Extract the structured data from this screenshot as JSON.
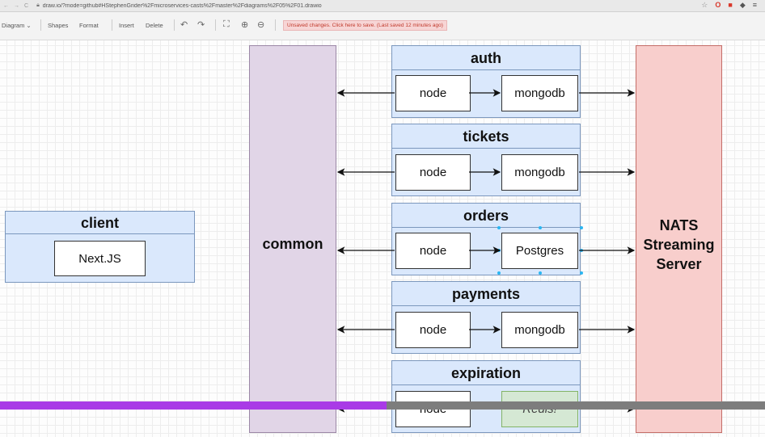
{
  "browser": {
    "url": "draw.io/?mode=github#HStephenGrider%2Fmicroservices-casts%2Fmaster%2Fdiagrams%2F05%2F01.drawio"
  },
  "toolbar": {
    "diagram_menu": "Diagram ⌄",
    "shapes": "Shapes",
    "format": "Format",
    "insert": "Insert",
    "delete": "Delete",
    "unsaved_notice": "Unsaved changes. Click here to save. (Last saved 12 minutes ago)"
  },
  "diagram": {
    "client": {
      "title": "client",
      "inner": "Next.JS"
    },
    "common": {
      "label": "common"
    },
    "nats": {
      "line1": "NATS",
      "line2": "Streaming",
      "line3": "Server"
    },
    "services": [
      {
        "title": "auth",
        "left": "node",
        "right": "mongodb"
      },
      {
        "title": "tickets",
        "left": "node",
        "right": "mongodb"
      },
      {
        "title": "orders",
        "left": "node",
        "right": "Postgres"
      },
      {
        "title": "payments",
        "left": "node",
        "right": "mongodb"
      },
      {
        "title": "expiration",
        "left": "node",
        "right": "Redis!"
      }
    ]
  },
  "video_progress": {
    "percent": 50.5
  },
  "colors": {
    "common": "#e1d5e7",
    "nats": "#f8cecc",
    "service": "#dae8fc",
    "redis": "#d5e8d4",
    "progress": "#a93be6"
  }
}
